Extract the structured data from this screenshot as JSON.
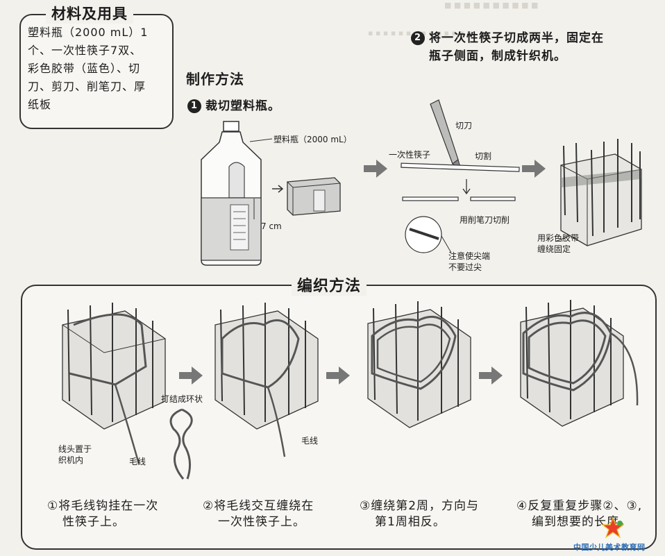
{
  "materials": {
    "title": "材料及用具",
    "text_lines": [
      "塑料瓶（2000 mL）1",
      "个、一次性筷子7双、",
      "彩色胶带（蓝色）、切",
      "刀、剪刀、削笔刀、厚",
      "纸板"
    ]
  },
  "method": {
    "title": "制作方法",
    "step1": {
      "number": "1",
      "text": "裁切塑料瓶。"
    },
    "step2": {
      "number": "2",
      "line1": "将一次性筷子切成两半，固定在",
      "line2": "瓶子侧面，制成针织机。"
    },
    "labels": {
      "bottle": "塑料瓶（2000 mL）",
      "height": "7 cm",
      "knife": "切刀",
      "chopstick": "一次性筷子",
      "cut": "切割",
      "sharpener": "用削笔刀切削",
      "tip_line1": "注意使尖端",
      "tip_line2": "不要过尖",
      "tape_line1": "用彩色胶带",
      "tape_line2": "缠绕固定"
    }
  },
  "weaving": {
    "title": "编织方法",
    "labels": {
      "loop": "打结成环状",
      "end_line1": "线头置于",
      "end_line2": "织机内",
      "yarn1": "毛线",
      "yarn2": "毛线"
    },
    "captions": [
      {
        "line1": "①将毛线钩挂在一次",
        "line2": "性筷子上。"
      },
      {
        "line1": "②将毛线交互缠绕在",
        "line2": "一次性筷子上。"
      },
      {
        "line1": "③缠绕第2周，方向与",
        "line2": "第1周相反。"
      },
      {
        "line1": "④反复重复步骤②、③,",
        "line2": "编到想要的长度。"
      }
    ]
  },
  "logo": {
    "text": "中国少儿美术教育网"
  }
}
